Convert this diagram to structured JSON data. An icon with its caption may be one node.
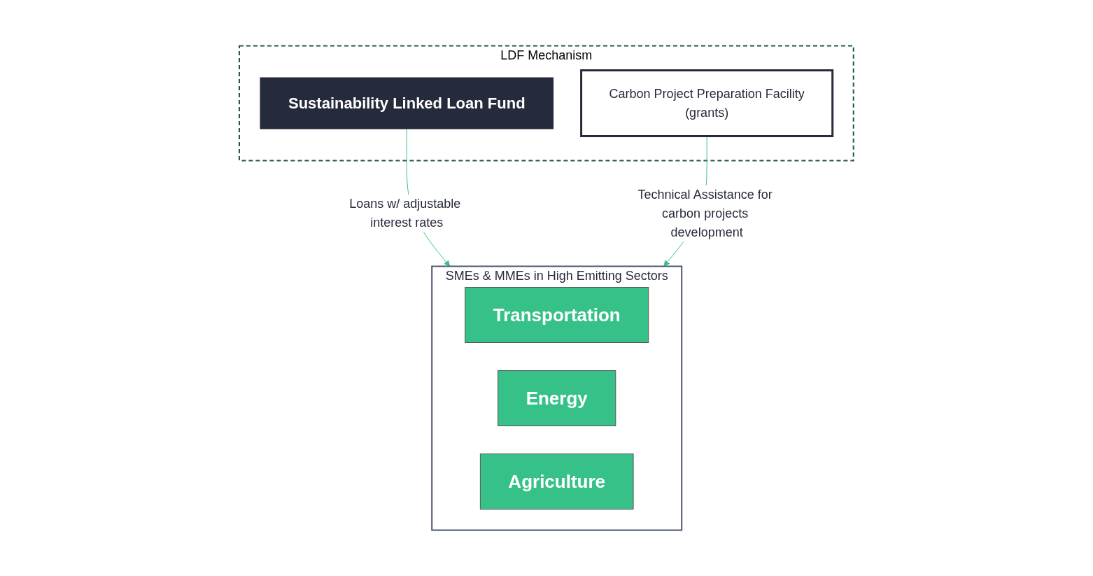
{
  "diagram": {
    "nodes": [
      {
        "text": [
          "LDF Mechanism"
        ]
      },
      {
        "text": [
          "Sustainability Linked Loan Fund"
        ],
        "in": 0
      },
      {
        "text": [
          "Carbon Project Preparation Facility",
          "(grants)"
        ],
        "in": 0
      },
      {
        "text": [
          "SMEs & MMEs in High Emitting Sectors"
        ]
      },
      {
        "text": [
          "Transportation"
        ],
        "in": 3
      },
      {
        "text": [
          "Energy"
        ],
        "in": 3
      },
      {
        "text": [
          "Agriculture"
        ],
        "in": 3
      }
    ],
    "edges": [
      {
        "from": 1,
        "to": 3,
        "arrow": "to",
        "label": "Loans w/ adjustable interest rates"
      },
      {
        "from": 2,
        "to": 3,
        "arrow": "to",
        "label": "Technical Assistance for carbon projects development"
      }
    ]
  }
}
